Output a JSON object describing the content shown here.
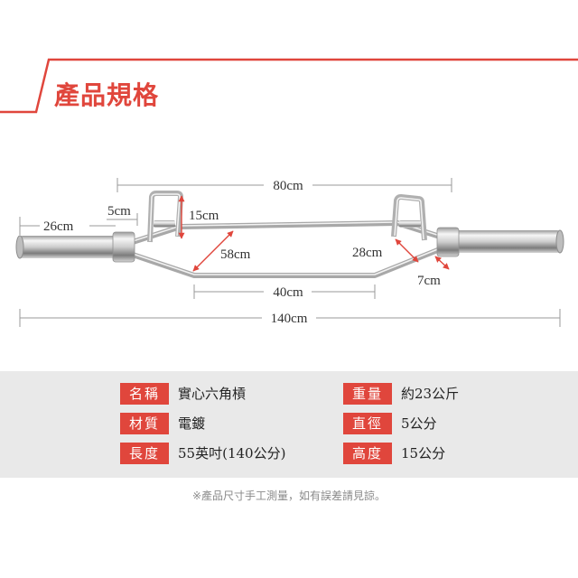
{
  "section": {
    "title": "產品規格"
  },
  "dimensions": {
    "top_width": "80cm",
    "collar": "5cm",
    "sleeve": "26cm",
    "handle_height": "15cm",
    "diagonal": "58cm",
    "inner_width": "28cm",
    "side": "7cm",
    "bottom_rail": "40cm",
    "total_length": "140cm"
  },
  "specs": {
    "left": [
      {
        "label": "名稱",
        "value": "實心六角槓"
      },
      {
        "label": "材質",
        "value": "電鍍"
      },
      {
        "label": "長度",
        "value": "55英吋(140公分)"
      }
    ],
    "right": [
      {
        "label": "重量",
        "value": "約23公斤"
      },
      {
        "label": "直徑",
        "value": "5公分"
      },
      {
        "label": "高度",
        "value": "15公分"
      }
    ]
  },
  "note": "※產品尺寸手工測量，如有誤差請見諒。",
  "colors": {
    "accent": "#e0463c",
    "panel": "#e9e9e9",
    "dimension_line": "#9a9a9a"
  }
}
